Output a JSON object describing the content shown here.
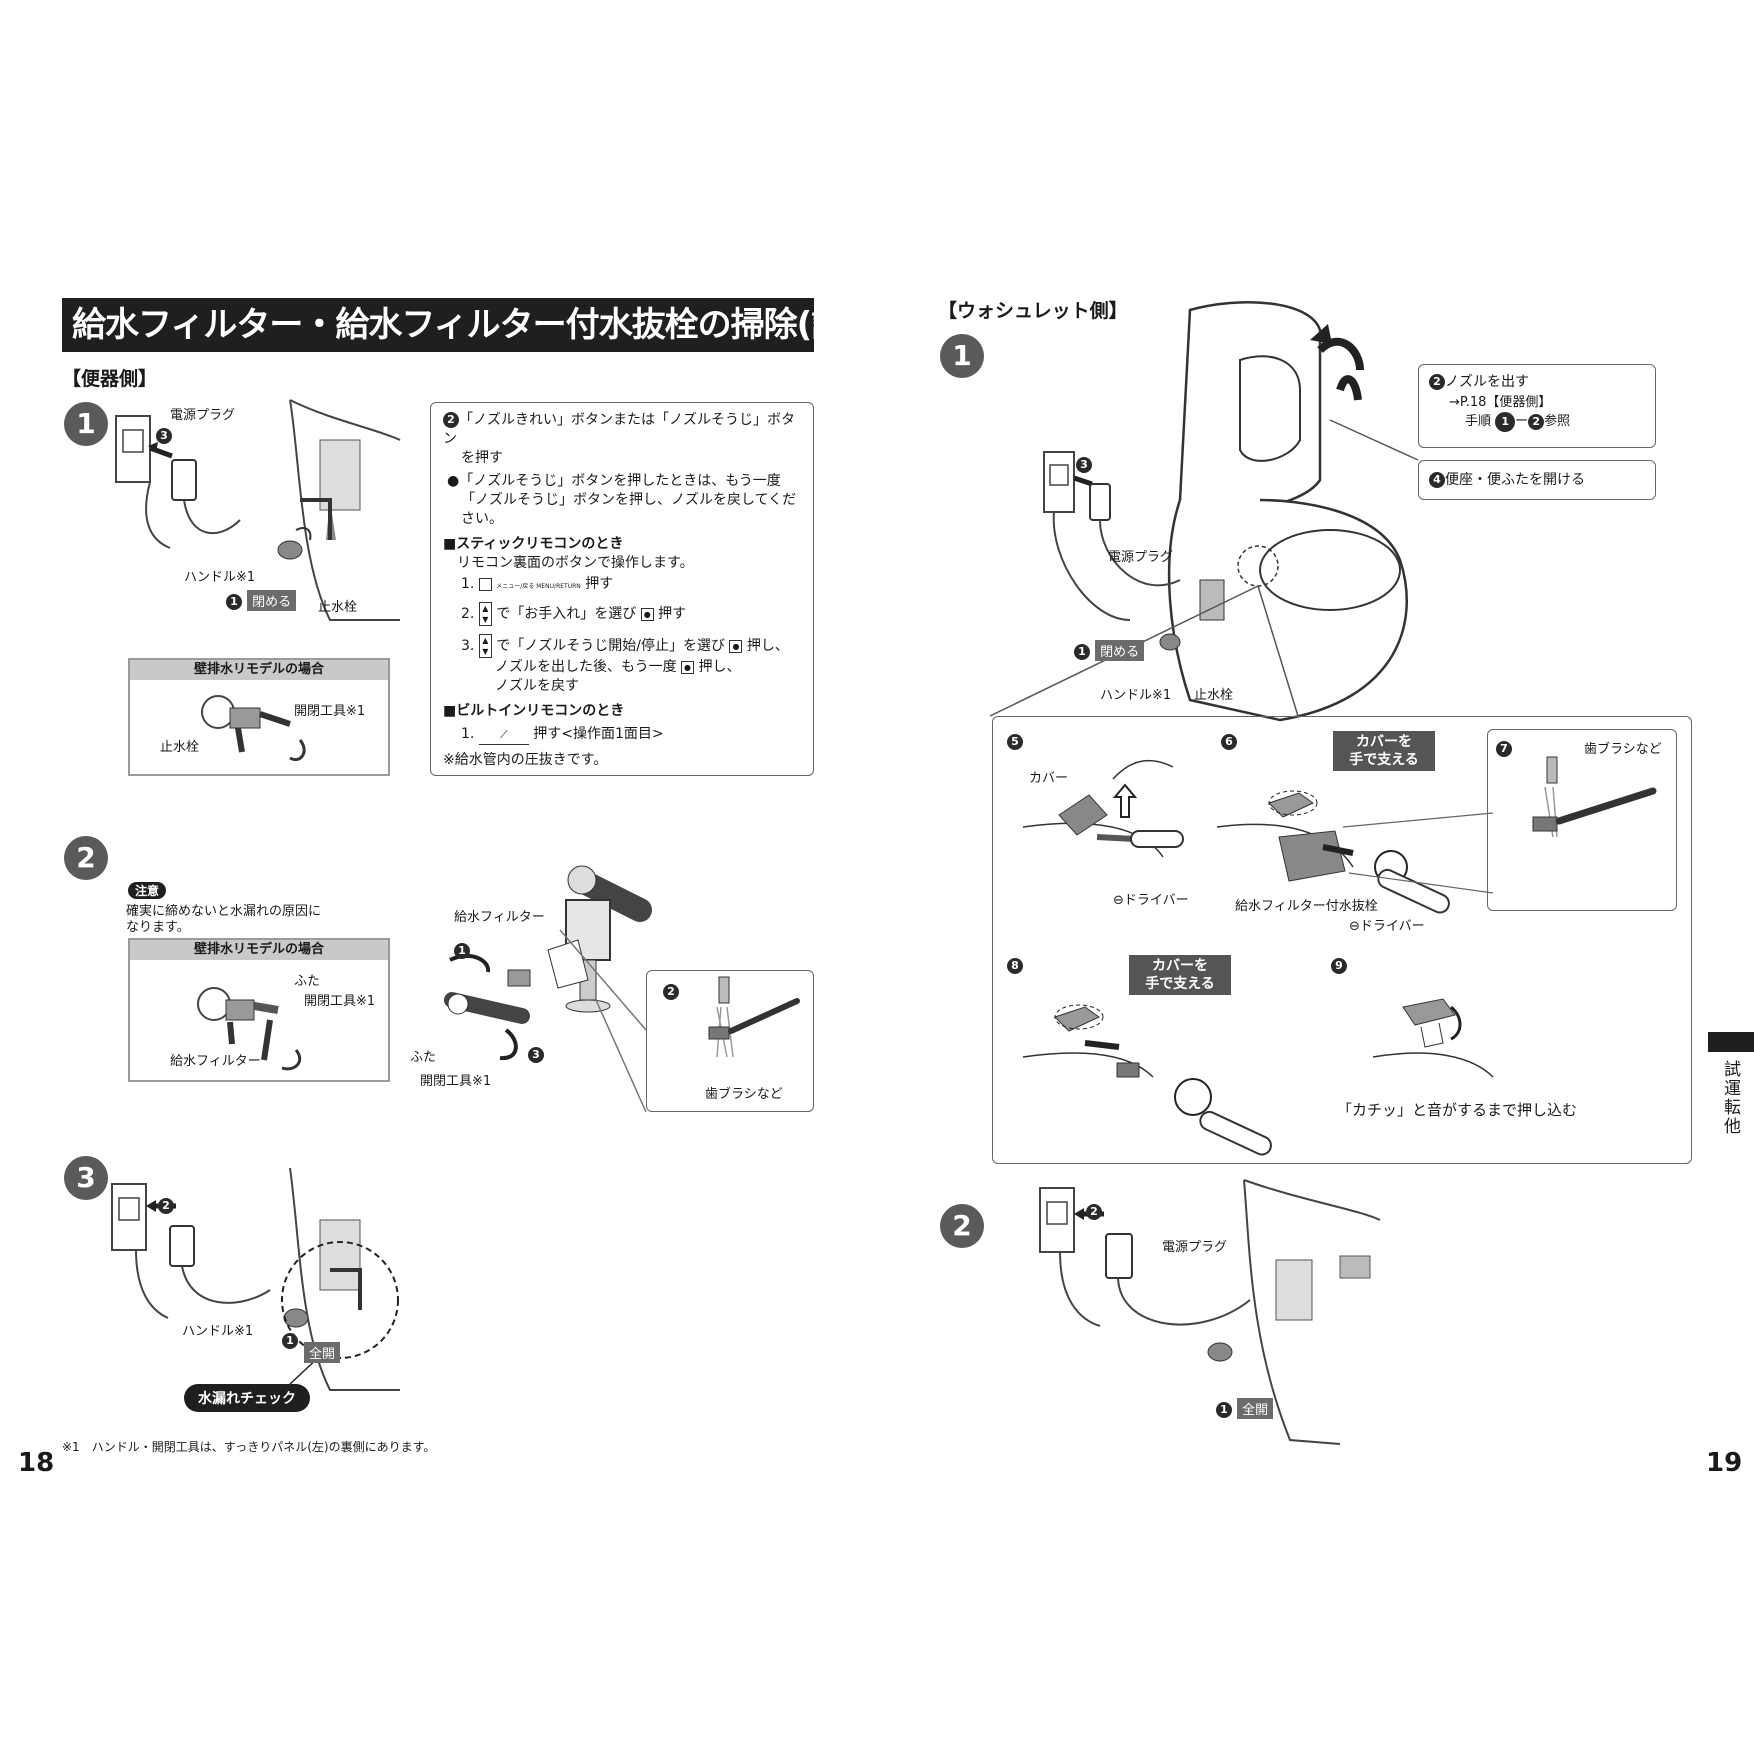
{
  "title": "給水フィルター・給水フィルター付水抜栓の掃除(試運転後)",
  "left": {
    "section_head": "【便器側】",
    "step1": {
      "num": "1",
      "plug_label": "電源プラグ",
      "handle_label": "ハンドル※1",
      "close_num": "1",
      "close_text": "閉める",
      "stop_valve_label": "止水栓",
      "plug_num": "3",
      "wall_box": {
        "head": "壁排水リモデルの場合",
        "tool_label": "開閉工具※1",
        "valve_label": "止水栓"
      },
      "instructions": {
        "line1_num": "2",
        "line1": "「ノズルきれい」ボタンまたは「ノズルそうじ」ボタン",
        "line1b": "を押す",
        "bullet": "●「ノズルそうじ」ボタンを押したときは、もう一度",
        "bullet_b": "「ノズルそうじ」ボタンを押し、ノズルを戻してくだ",
        "bullet_c": "さい。",
        "stick_head": "■スティックリモコンのとき",
        "stick_sub": "リモコン裏面のボタンで操作します。",
        "stick1": "押す",
        "stick1_num": "1.",
        "stick1_key": "メニュー/戻る MENU/RETURN",
        "stick2_num": "2.",
        "stick2": "で「お手入れ」を選び",
        "stick2b": "押す",
        "stick3_num": "3.",
        "stick3": "で「ノズルそうじ開始/停止」を選び",
        "stick3b": "押し、",
        "stick3c": "ノズルを出した後、もう一度",
        "stick3d": "押し、",
        "stick3e": "ノズルを戻す",
        "builtin_head": "■ビルトインリモコンのとき",
        "builtin1_num": "1.",
        "builtin1": "押す<操作面1面目>",
        "note": "※給水管内の圧抜きです。"
      }
    },
    "step2": {
      "num": "2",
      "caution": "注意",
      "caution_text1": "確実に締めないと水漏れの原因に",
      "caution_text2": "なります。",
      "wall_box": {
        "head": "壁排水リモデルの場合",
        "lid_label": "ふた",
        "tool_label": "開閉工具※1",
        "filter_label": "給水フィルター"
      },
      "filter_label": "給水フィルター",
      "lid_label": "ふた",
      "tool_label": "開閉工具※1",
      "n1": "1",
      "n3": "3",
      "brush_num": "2",
      "brush_label": "歯ブラシなど"
    },
    "step3": {
      "num": "3",
      "plug_num": "2",
      "handle_label": "ハンドル※1",
      "open_num": "1",
      "open_text": "全開",
      "leak_check": "水漏れチェック"
    },
    "footnote": "※1　ハンドル・開閉工具は、すっきりパネル(左)の裏側にあります。",
    "page_num": "18"
  },
  "right": {
    "section_head": "【ウォシュレット側】",
    "step1": {
      "num": "1",
      "nozzle_callout_num": "2",
      "nozzle_callout": "ノズルを出す",
      "nozzle_ref": "→P.18【便器側】",
      "nozzle_ref2": "手順",
      "nozzle_ref_a": "1",
      "nozzle_ref_dash": "ー",
      "nozzle_ref_b": "2",
      "nozzle_ref_tail": "参照",
      "seat_num": "4",
      "seat_callout": "便座・便ふたを開ける",
      "plug_num": "3",
      "plug_label": "電源プラグ",
      "close_num": "1",
      "close_text": "閉める",
      "handle_label": "ハンドル※1",
      "valve_label": "止水栓",
      "panel": {
        "p5_num": "5",
        "p5_cover": "カバー",
        "p5_driver": "⊖ドライバー",
        "p6_num": "6",
        "p6_callout1": "カバーを",
        "p6_callout2": "手で支える",
        "p6_plug": "給水フィルター付水抜栓",
        "p6_driver": "⊖ドライバー",
        "p7_num": "7",
        "p7_brush": "歯ブラシなど",
        "p8_num": "8",
        "p8_callout1": "カバーを",
        "p8_callout2": "手で支える",
        "p9_num": "9",
        "p9_text": "「カチッ」と音がするまで押し込む"
      }
    },
    "step2": {
      "num": "2",
      "plug_num": "2",
      "plug_label": "電源プラグ",
      "open_num": "1",
      "open_text": "全開"
    },
    "side_tab": "試運転他",
    "page_num": "19"
  }
}
